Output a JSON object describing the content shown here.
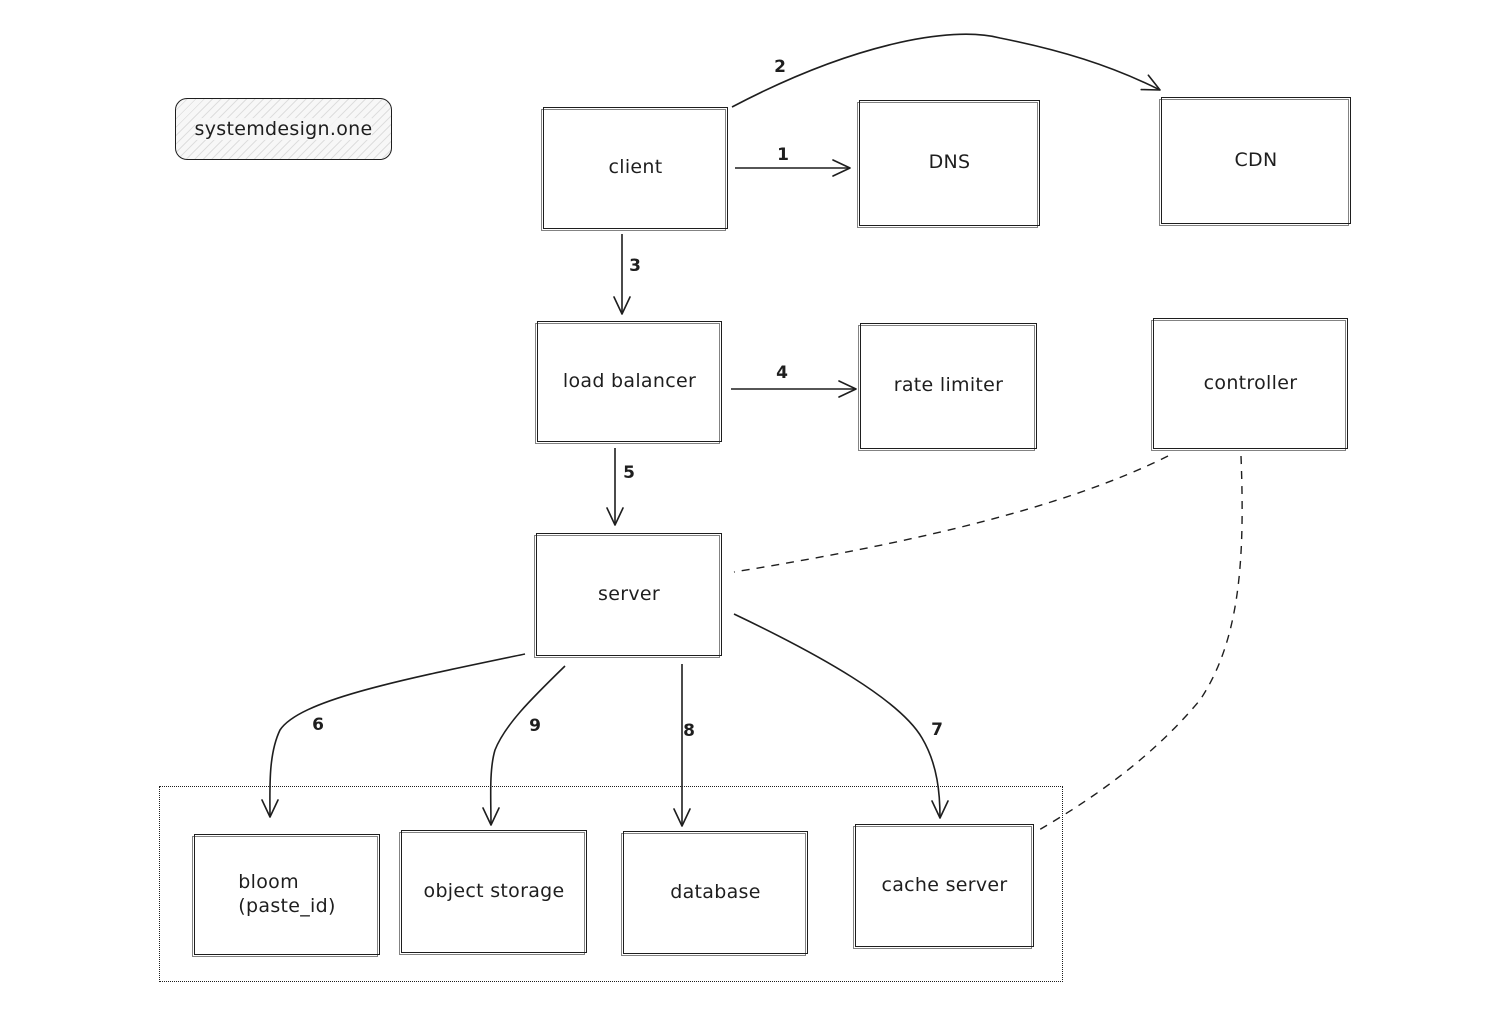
{
  "brand": {
    "tag": "systemdesign.one"
  },
  "nodes": {
    "client": "client",
    "dns": "DNS",
    "cdn": "CDN",
    "load_balancer": "load balancer",
    "rate_limiter": "rate limiter",
    "controller": "controller",
    "server": "server",
    "bloom": "bloom\n(paste_id)",
    "object_storage": "object storage",
    "database": "database",
    "cache_server": "cache server"
  },
  "edges": {
    "client_dns": "1",
    "client_cdn": "2",
    "client_load_balancer": "3",
    "load_balancer_rate_limiter": "4",
    "load_balancer_server": "5",
    "server_bloom": "6",
    "server_cache_server": "7",
    "server_database": "8",
    "server_object_storage": "9"
  },
  "colors": {
    "stroke": "#1e1e1e",
    "background": "#ffffff",
    "tag_fill": "#f7f7f7"
  }
}
